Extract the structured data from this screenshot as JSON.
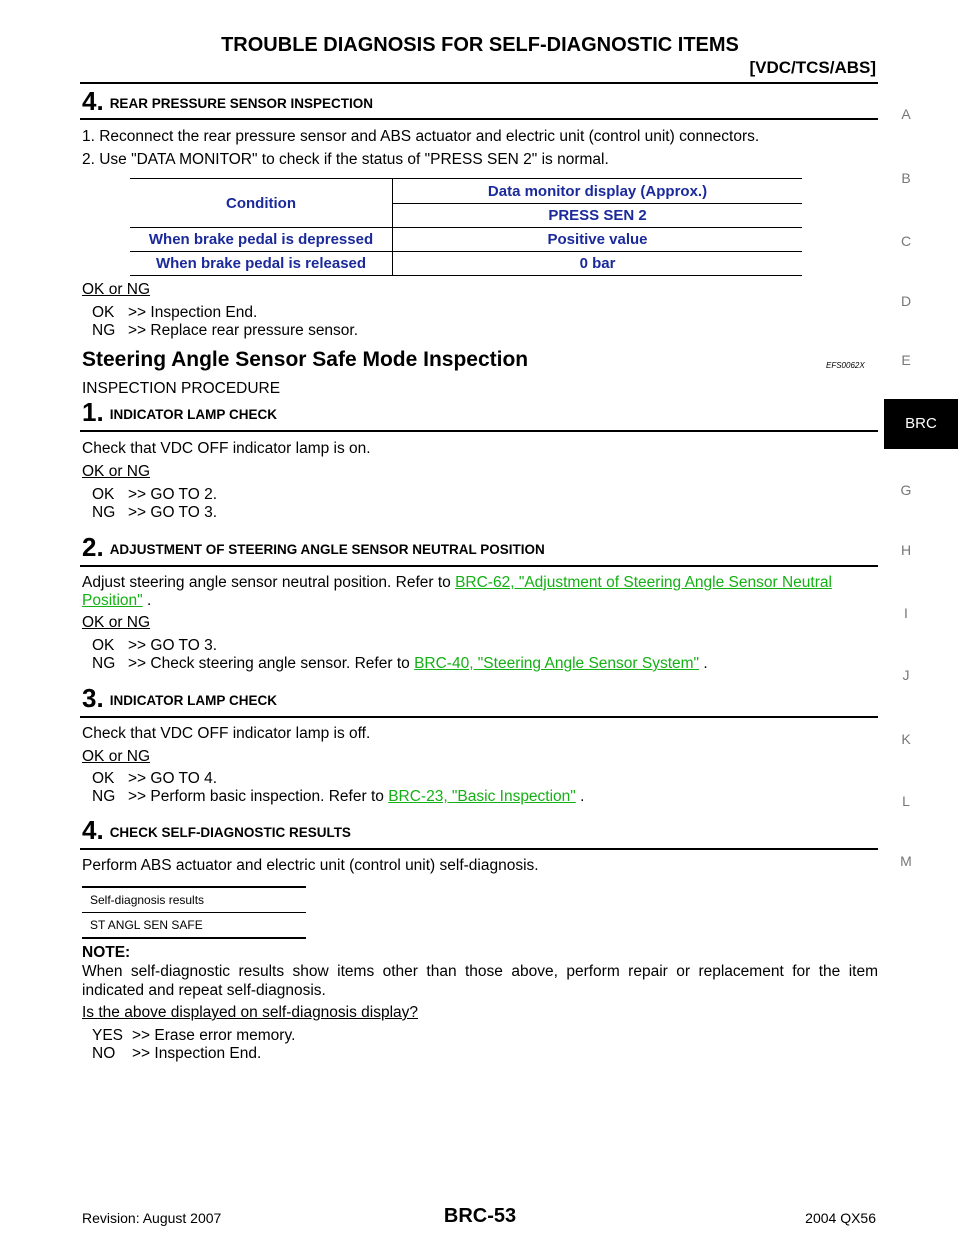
{
  "header": {
    "title": "TROUBLE DIAGNOSIS FOR SELF-DIAGNOSTIC ITEMS",
    "subtitle": "[VDC/TCS/ABS]"
  },
  "side_index": {
    "letters": [
      "A",
      "B",
      "C",
      "D",
      "E",
      "G",
      "H",
      "I",
      "J",
      "K",
      "L",
      "M"
    ],
    "active_tab": "BRC"
  },
  "section_rear": {
    "step_num": "4.",
    "step_title": "REAR PRESSURE SENSOR INSPECTION",
    "items": [
      "1.  Reconnect the rear pressure sensor and ABS actuator and electric unit (control unit) connectors.",
      "2.  Use \"DATA MONITOR\" to check if the status of \"PRESS SEN 2\" is normal."
    ],
    "table": {
      "col1_header": "Condition",
      "col2_header": "Data monitor display (Approx.)",
      "col2_sub": "PRESS SEN 2",
      "rows": [
        {
          "condition": "When brake pedal is depressed",
          "value": "Positive value"
        },
        {
          "condition": "When brake pedal is released",
          "value": "0 bar"
        }
      ]
    },
    "okng": "OK or NG",
    "responses": [
      {
        "k": "OK",
        "v": ">> Inspection End."
      },
      {
        "k": "NG",
        "v": ">> Replace rear pressure sensor."
      }
    ]
  },
  "section_heading": {
    "title": "Steering Angle Sensor Safe Mode Inspection",
    "code": "EFS0062X",
    "procedure": "INSPECTION PROCEDURE"
  },
  "steps": [
    {
      "num": "1.",
      "title": "INDICATOR LAMP CHECK",
      "body": "Check that VDC OFF indicator lamp is on.",
      "okng": "OK or NG",
      "ok": ">> GO TO 2.",
      "ng": ">> GO TO 3."
    },
    {
      "num": "2.",
      "title": "ADJUSTMENT OF STEERING ANGLE SENSOR NEUTRAL POSITION",
      "body_prefix": "Adjust steering angle sensor neutral position. Refer to ",
      "link_line1": "BRC-62, \"Adjustment of Steering Angle Sensor Neutral",
      "link_line2": "Position\"",
      "body_suffix": " .",
      "okng": "OK or NG",
      "ok": ">> GO TO 3.",
      "ng_prefix": ">> Check steering angle sensor. Refer to ",
      "ng_link": "BRC-40, \"Steering Angle Sensor System\"",
      "ng_suffix": " ."
    },
    {
      "num": "3.",
      "title": "INDICATOR LAMP CHECK",
      "body": "Check that VDC OFF indicator lamp is off.",
      "okng": "OK or NG",
      "ok": ">> GO TO 4.",
      "ng_prefix": ">> Perform basic inspection. Refer to ",
      "ng_link": "BRC-23, \"Basic Inspection\"",
      "ng_suffix": " ."
    },
    {
      "num": "4.",
      "title": "CHECK SELF-DIAGNOSTIC RESULTS",
      "body": "Perform ABS actuator and electric unit (control unit) self-diagnosis.",
      "table_header": "Self-diagnosis results",
      "table_row": "ST ANGL SEN SAFE",
      "note_label": "NOTE:",
      "note_line1": "When self-diagnostic results show items other than those above, perform repair or replacement for the item",
      "note_line2": "indicated and repeat self-diagnosis.",
      "question": "Is the above displayed on self-diagnosis display?",
      "yes": ">> Erase error memory.",
      "no": ">> Inspection End."
    }
  ],
  "footer": {
    "revision": "Revision: August 2007",
    "page": "BRC-53",
    "model": "2004 QX56"
  }
}
